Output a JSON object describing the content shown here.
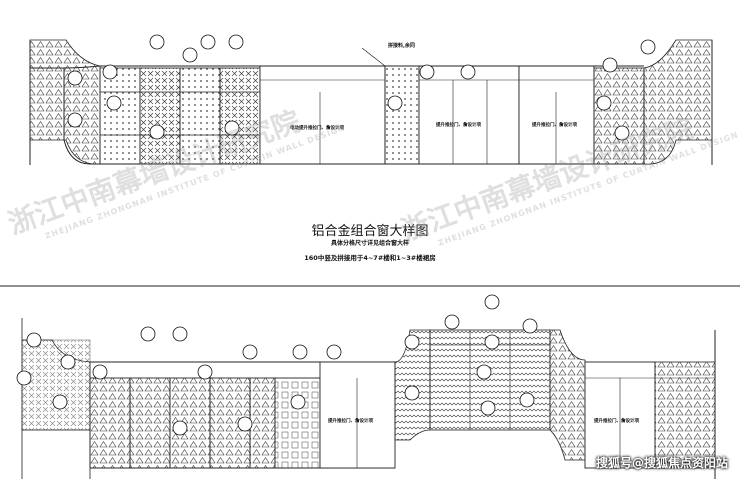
{
  "drawing": {
    "title": "铝合金组合窗大样图",
    "note_1": "具体分格尺寸详见组合窗大样",
    "note_2": "160中竖及拼接用于4~7#楼和1~3#楼裙房",
    "top_callout": "拼接料,余同",
    "window_label_a": "电动提升推拉门、詹设计项",
    "window_label_b": "提升推拉门、詹设计项",
    "window_label_c": "提升推拉门、詹设计项",
    "window_label_d": "提升推拉门、詹设计项",
    "window_label_e": "提升推拉门、詹设计项"
  },
  "watermark": {
    "brand_cn": "浙江中南幕墙设计研究院",
    "brand_en": "ZHEJIANG ZHONGNAN INSTITUTE OF CURTAIN WALL DESIGN"
  },
  "footer": {
    "credit": "搜狐号@搜狐焦点资阳站"
  }
}
